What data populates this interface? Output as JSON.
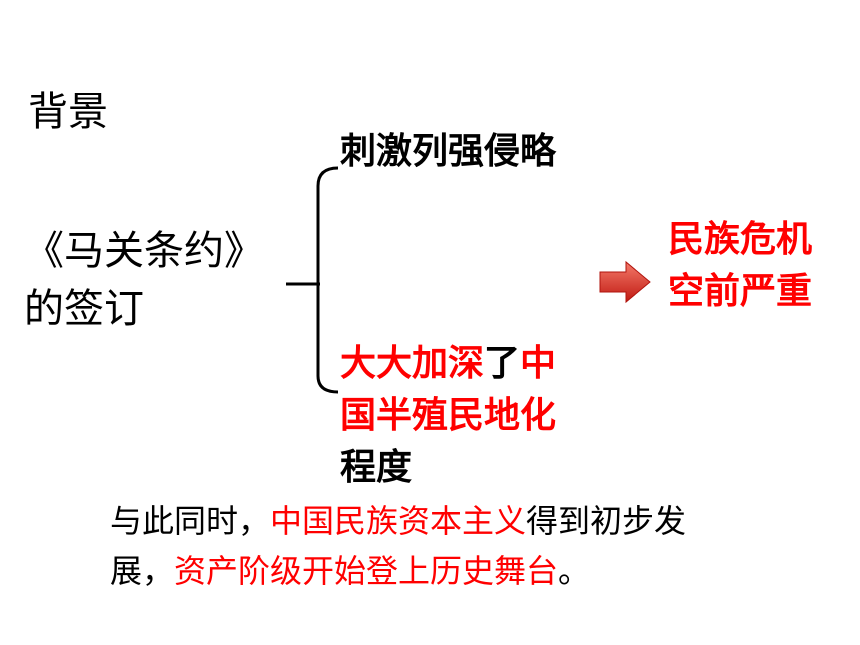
{
  "heading": "背景",
  "treaty": {
    "line1": "《马关条约》",
    "line2": "的签订"
  },
  "branch1": "刺激列强侵略",
  "branch2": {
    "line1_red": "大大加深",
    "line1_black": "了",
    "line1_red2": "中",
    "line2": "国半殖民地化",
    "line3": "程度"
  },
  "result": {
    "line1": "民族危机",
    "line2": "空前严重"
  },
  "footer": {
    "line1_a": "与此同时，",
    "line1_b": "中国民族资本主义",
    "line1_c": "得到初步发",
    "line2_a": "展，",
    "line2_b": "资产阶级开始登上历史舞台",
    "line2_c": "。"
  },
  "colors": {
    "red": "#ff0000",
    "arrow_light": "#f26a5a",
    "arrow_dark": "#c8201a",
    "text": "#000000"
  }
}
